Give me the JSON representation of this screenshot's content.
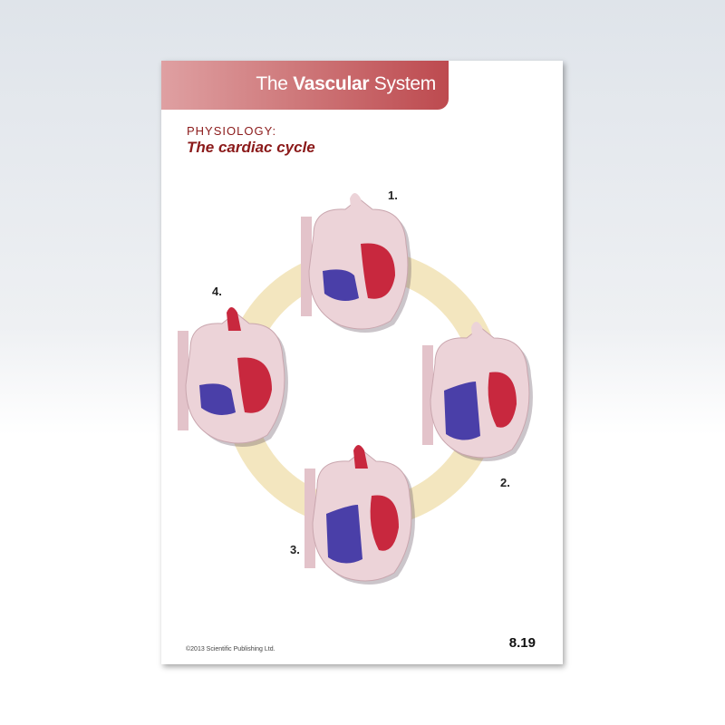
{
  "header": {
    "title_prefix": "The",
    "title_bold": "Vascular",
    "title_suffix": "System"
  },
  "section_label": "PHYSIOLOGY:",
  "subtitle": "The cardiac cycle",
  "figure": {
    "stages": [
      {
        "label": "1."
      },
      {
        "label": "2."
      },
      {
        "label": "3."
      },
      {
        "label": "4."
      }
    ]
  },
  "footer": {
    "copyright": "©2013 Scientific Publishing Ltd.",
    "page_number": "8.19"
  },
  "colors": {
    "band": "#c9666a",
    "title_red": "#8b1a1a",
    "oxygenated": "#c8283e",
    "deoxygenated": "#4a3fa8",
    "tissue": "#ecd3d8",
    "ring": "#f2e3b8"
  }
}
